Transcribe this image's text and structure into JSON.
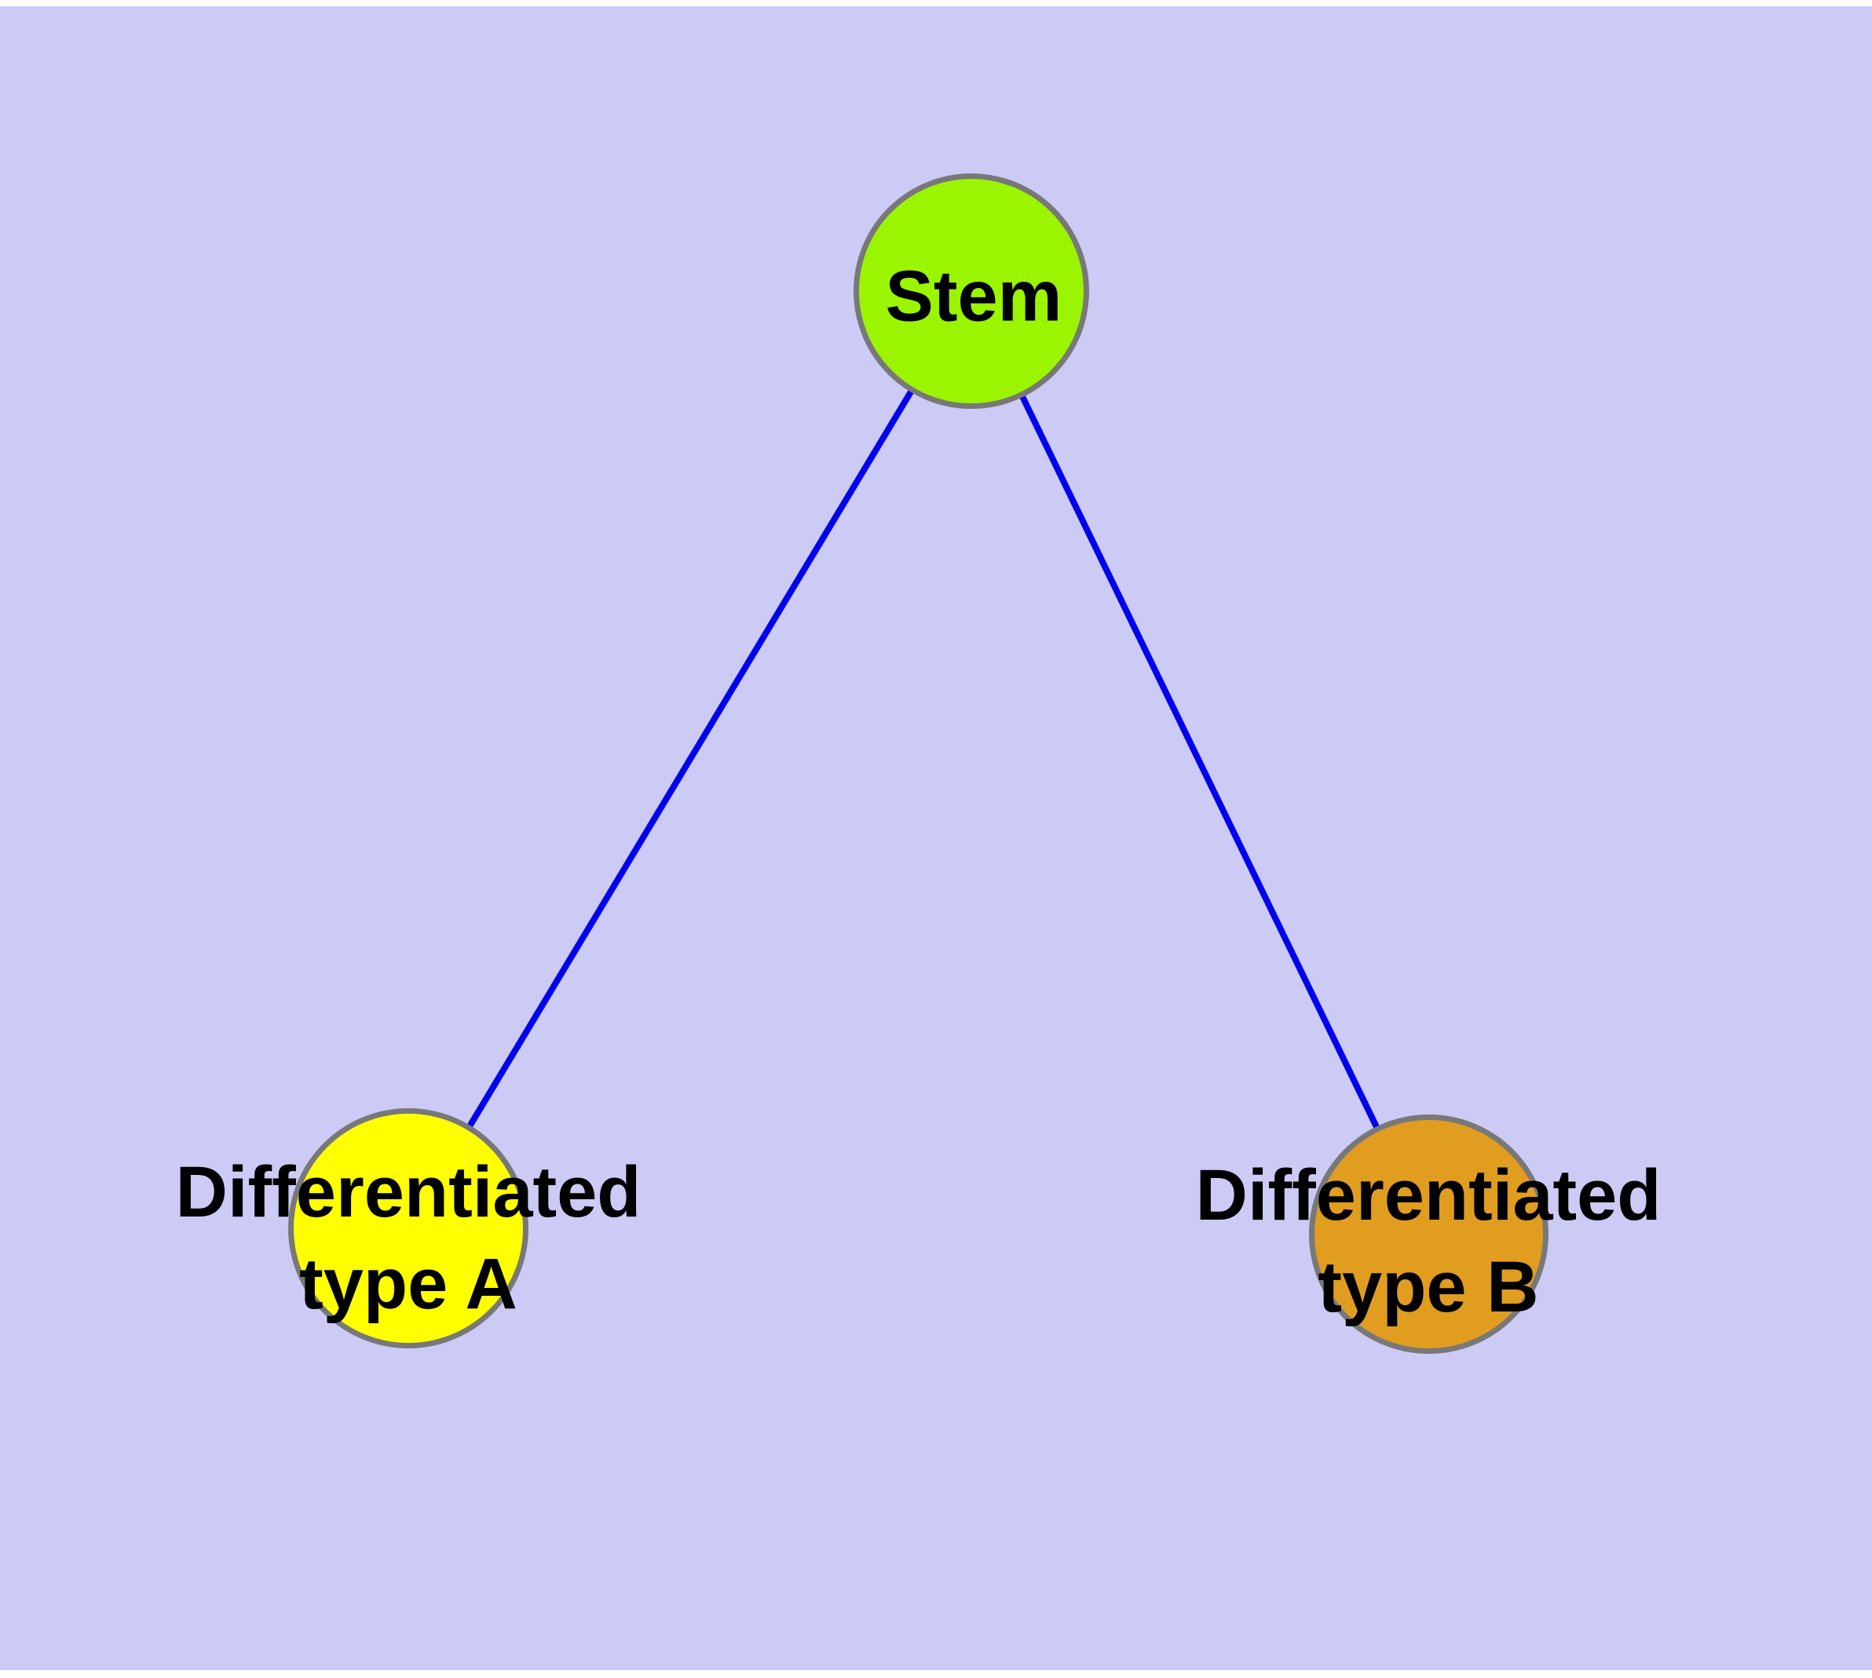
{
  "figure": {
    "page_color": "#FFFFFF",
    "background_color": "#CBCBF6",
    "text_color": "#000000",
    "node_border_color": "#787878",
    "edge_color": "#0000EE",
    "nodes": [
      {
        "id": "stem",
        "label": "Stem",
        "label_lines": [
          "Stem"
        ],
        "fill_color": "#9BF500"
      },
      {
        "id": "differentiated-type-a",
        "label": "Differentiated type A",
        "label_lines": [
          "Differentiated",
          "type A"
        ],
        "fill_color": "#FFFF00"
      },
      {
        "id": "differentiated-type-b",
        "label": "Differentiated type B",
        "label_lines": [
          "Differentiated",
          "type B"
        ],
        "fill_color": "#E09D20"
      }
    ],
    "edges": [
      {
        "from": "Stem",
        "to": "Differentiated type A"
      },
      {
        "from": "Stem",
        "to": "Differentiated type B"
      }
    ]
  }
}
